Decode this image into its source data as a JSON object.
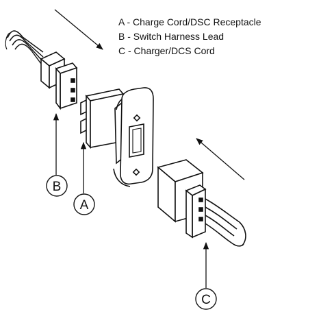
{
  "legend": [
    "A - Charge Cord/DSC Receptacle",
    "B - Switch Harness Lead",
    "C - Charger/DCS Cord"
  ],
  "callouts": {
    "a": "A",
    "b": "B",
    "c": "C"
  },
  "colors": {
    "ink": "#111111",
    "background": "#ffffff"
  }
}
